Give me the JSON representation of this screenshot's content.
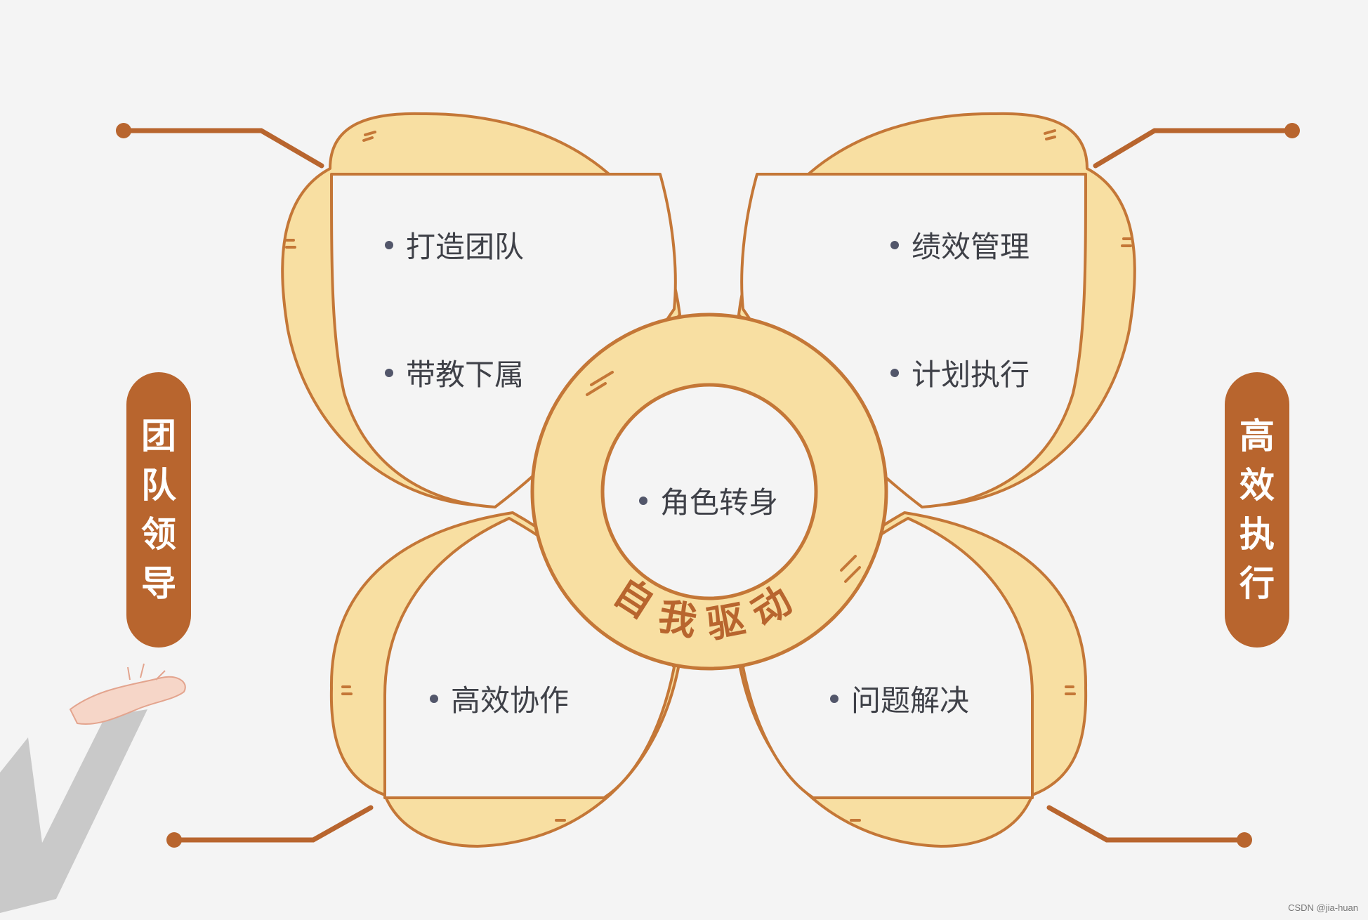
{
  "center": {
    "label": "角色转身",
    "ring_text": "自我驱动"
  },
  "left_pill": "团队领导",
  "right_pill": "高效执行",
  "items": {
    "top_left_1": "打造团队",
    "top_left_2": "带教下属",
    "top_right_1": "绩效管理",
    "top_right_2": "计划执行",
    "bottom_left": "高效协作",
    "bottom_right": "问题解决"
  },
  "watermark": "CSDN @jia-huan",
  "colors": {
    "petal_fill": "#f8dfa2",
    "outline": "#c47737",
    "pill": "#b8652e",
    "ring_text": "#b8652e",
    "background": "#f4f4f4"
  },
  "icons": [
    "hand-illustration"
  ]
}
